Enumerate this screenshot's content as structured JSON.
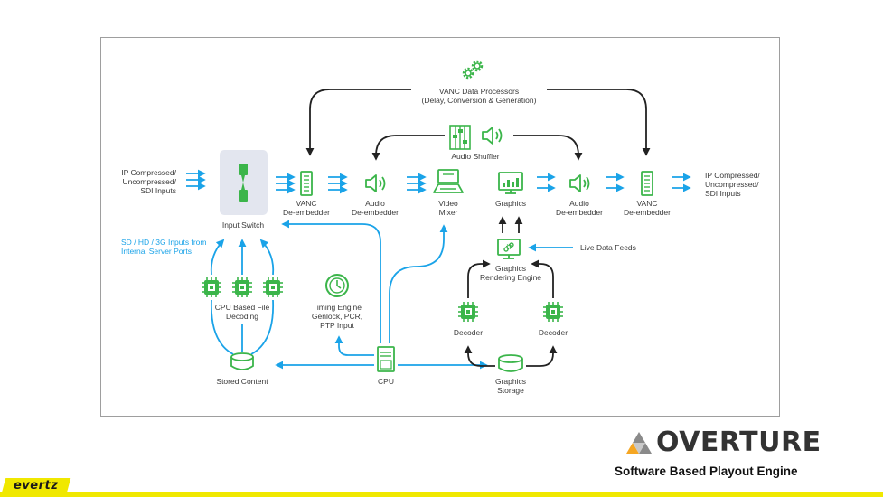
{
  "colors": {
    "green": "#3bb54a",
    "blue": "#1aa3e8",
    "dark": "#222222",
    "yellow": "#f0e800"
  },
  "labels": {
    "ip_in": [
      "IP Compressed/",
      "Uncompressed/",
      "SDI Inputs"
    ],
    "input_switch": "Input Switch",
    "vanc_de1": [
      "VANC",
      "De-embedder"
    ],
    "audio_de1": [
      "Audio",
      "De-embedder"
    ],
    "video_mixer": [
      "Video",
      "Mixer"
    ],
    "graphics": "Graphics",
    "audio_de2": [
      "Audio",
      "De-embedder"
    ],
    "vanc_de2": [
      "VANC",
      "De-embedder"
    ],
    "ip_out": [
      "IP Compressed/",
      "Uncompressed/",
      "SDI Inputs"
    ],
    "vanc_proc": [
      "VANC Data Processors",
      "(Delay, Conversion & Generation)"
    ],
    "audio_shuffler": "Audio Shuffler",
    "sd_inputs": [
      "SD / HD / 3G Inputs from",
      "Internal Server Ports"
    ],
    "cpu_decoding": [
      "CPU Based File",
      "Decoding"
    ],
    "timing": [
      "Timing Engine",
      "Genlock, PCR,",
      "PTP Input"
    ],
    "stored": "Stored Content",
    "cpu": "CPU",
    "live_feeds": "Live Data Feeds",
    "gfx_engine": [
      "Graphics",
      "Rendering Engine"
    ],
    "decoder_l": "Decoder",
    "decoder_r": "Decoder",
    "gfx_storage": [
      "Graphics",
      "Storage"
    ]
  },
  "brand": {
    "name": "OVERTURE",
    "subtitle": "Software Based Playout Engine"
  },
  "logo": {
    "text": "evertz"
  }
}
